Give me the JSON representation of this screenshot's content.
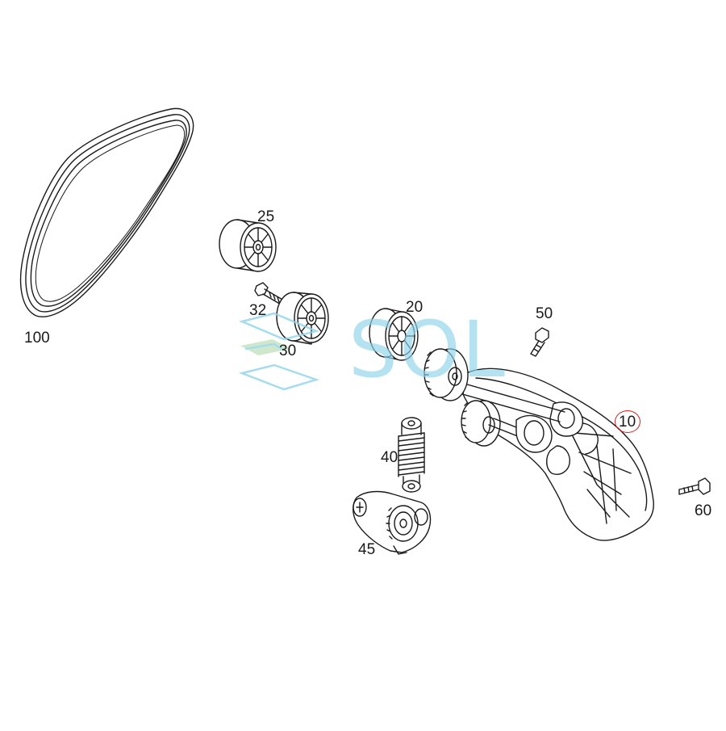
{
  "diagram": {
    "callouts": {
      "belt": "100",
      "idler_upper": "25",
      "bolt_idler": "32",
      "idler_lower": "30",
      "idler_tensioner": "20",
      "bolt_top": "50",
      "tensioner_assembly": "10",
      "bolt_side": "60",
      "damper": "40",
      "tensioner_base": "45"
    },
    "highlighted_callout": "10",
    "colors": {
      "line": "#1a1a1a",
      "highlight": "#d61e1e",
      "watermark_blue": "#8fd4ea",
      "watermark_green": "#b5dcb0"
    }
  },
  "watermark": {
    "text": "SOL",
    "icon": "sol-logo-icon"
  }
}
